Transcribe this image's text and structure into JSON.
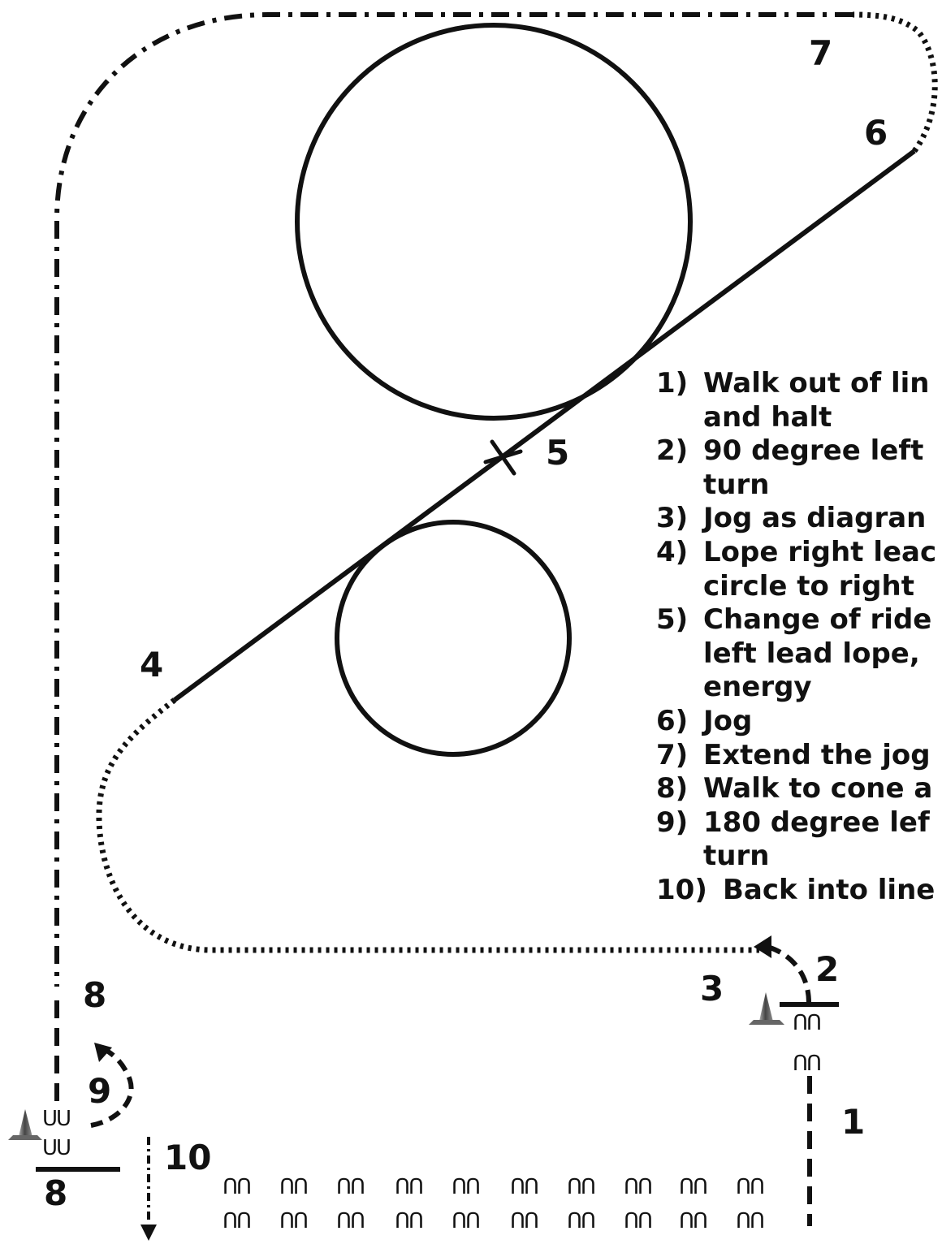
{
  "markers": {
    "m1": "1",
    "m2": "2",
    "m3": "3",
    "m4": "4",
    "m5": "5",
    "m6": "6",
    "m7": "7",
    "m8_upper": "8",
    "m8_lower": "8",
    "m9": "9",
    "m10": "10"
  },
  "hoof_prints": {
    "up": "ՈՈ",
    "down": "ՍՍ"
  },
  "steps": [
    {
      "n": "1)",
      "lines": [
        "Walk out of lin",
        "and halt"
      ]
    },
    {
      "n": "2)",
      "lines": [
        "90 degree left",
        "turn"
      ]
    },
    {
      "n": "3)",
      "lines": [
        "Jog as diagran"
      ]
    },
    {
      "n": "4)",
      "lines": [
        "Lope right leac",
        "circle to right"
      ]
    },
    {
      "n": "5)",
      "lines": [
        "Change of ride",
        "left lead lope,",
        "energy"
      ]
    },
    {
      "n": "6)",
      "lines": [
        "Jog"
      ]
    },
    {
      "n": "7)",
      "lines": [
        "Extend the jog"
      ]
    },
    {
      "n": "8)",
      "lines": [
        "Walk to cone a"
      ]
    },
    {
      "n": "9)",
      "lines": [
        "180 degree lef",
        "turn"
      ]
    },
    {
      "n": "10)",
      "lines": [
        "Back into line"
      ]
    }
  ],
  "icons": [
    "cone-icon",
    "arrow-icon",
    "x-mark-icon"
  ]
}
